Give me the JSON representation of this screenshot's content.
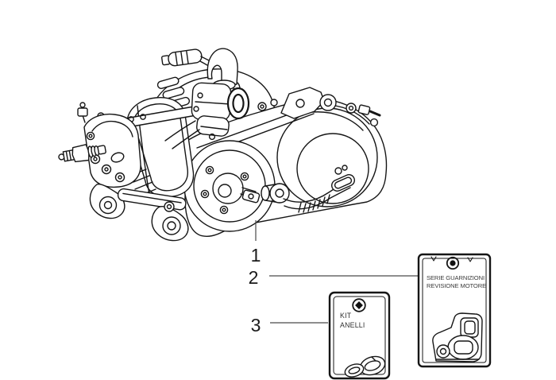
{
  "colors": {
    "background": "#ffffff",
    "line": "#161616",
    "leader_line": "#4a4a4a",
    "tag_text": "#3a3a3a"
  },
  "callouts": [
    {
      "label": "1"
    },
    {
      "label": "2"
    },
    {
      "label": "3"
    }
  ],
  "tags": {
    "gasket_set": {
      "line1": "SERIE GUARNIZIONI",
      "line2": "REVISIONE MOTORE"
    },
    "ring_kit": {
      "line1": "KIT",
      "line2": "ANELLI"
    }
  }
}
